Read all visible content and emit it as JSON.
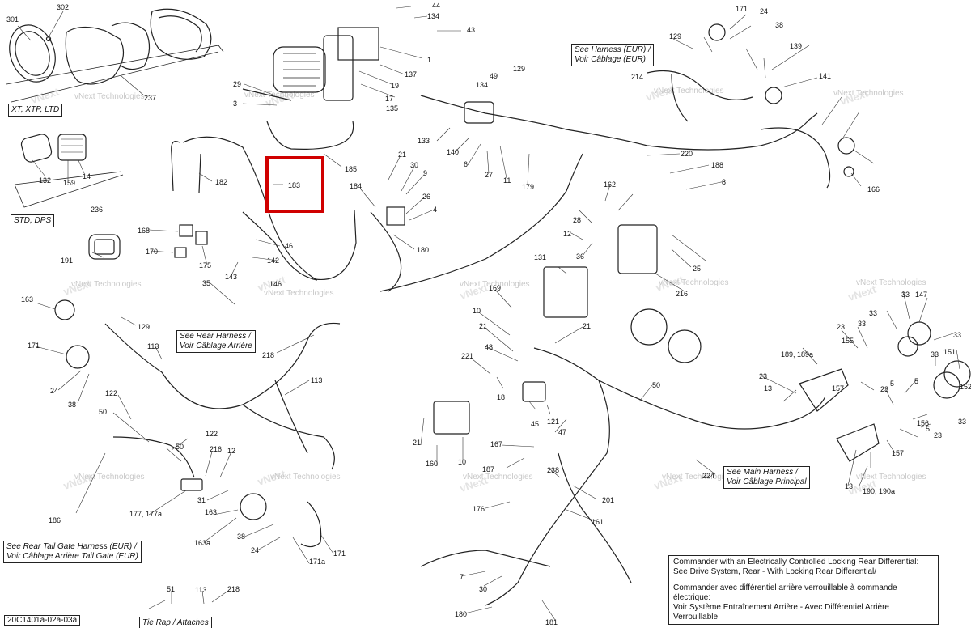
{
  "document_id": "20C1401a-02a-03a",
  "watermark": {
    "text": "vNext Technologies",
    "brand": "vNext"
  },
  "highlight_color": "#d00000",
  "highlighted_part": "183",
  "callouts": {
    "xt_ltd": "XT, XTP, LTD",
    "std_dps": "STD, DPS",
    "harness_eur_1": "See Harness (EUR) /",
    "harness_eur_2": "Voir Câblage (EUR)",
    "rear_harness_1": "See Rear Harness /",
    "rear_harness_2": "Voir Câblage Arrière",
    "main_harness_1": "See Main Harness /",
    "main_harness_2": "Voir Câblage Principal",
    "tail_gate_1": "See Rear Tail Gate Harness (EUR) /",
    "tail_gate_2": "Voir Câblage Arrière Tail Gate (EUR)",
    "tie_rap": "Tie Rap / Attaches"
  },
  "note": {
    "line1": "Commander with an Electrically Controlled Locking Rear Differential:",
    "line2": "See Drive System, Rear - With Locking Rear Differential/",
    "line3": "Commander avec différentiel arrière verrouillable à commande électrique:",
    "line4": "Voir Système Entraînement Arrière - Avec Différentiel Arrière Verrouillable"
  },
  "part_numbers": [
    "301",
    "302",
    "237",
    "132",
    "159",
    "14",
    "236",
    "191",
    "29",
    "3",
    "19",
    "135",
    "17",
    "137",
    "44",
    "134",
    "43",
    "1",
    "183",
    "182",
    "185",
    "168",
    "170",
    "175",
    "46",
    "142",
    "143",
    "146",
    "35",
    "21",
    "30",
    "9",
    "184",
    "26",
    "4",
    "180",
    "133",
    "140",
    "6",
    "27",
    "11",
    "179",
    "220",
    "188",
    "8",
    "162",
    "28",
    "12",
    "36",
    "25",
    "131",
    "216",
    "129",
    "171",
    "24",
    "38",
    "139",
    "141",
    "214",
    "166",
    "163",
    "113",
    "218",
    "122",
    "50",
    "186",
    "177, 177a",
    "31",
    "163a",
    "171a",
    "51",
    "169",
    "10",
    "48",
    "221",
    "18",
    "45",
    "121",
    "47",
    "160",
    "167",
    "187",
    "238",
    "201",
    "176",
    "161",
    "7",
    "181",
    "189, 189a",
    "155",
    "147",
    "151",
    "152",
    "156",
    "157",
    "190, 190a",
    "13",
    "5",
    "23",
    "33",
    "224",
    "49"
  ]
}
